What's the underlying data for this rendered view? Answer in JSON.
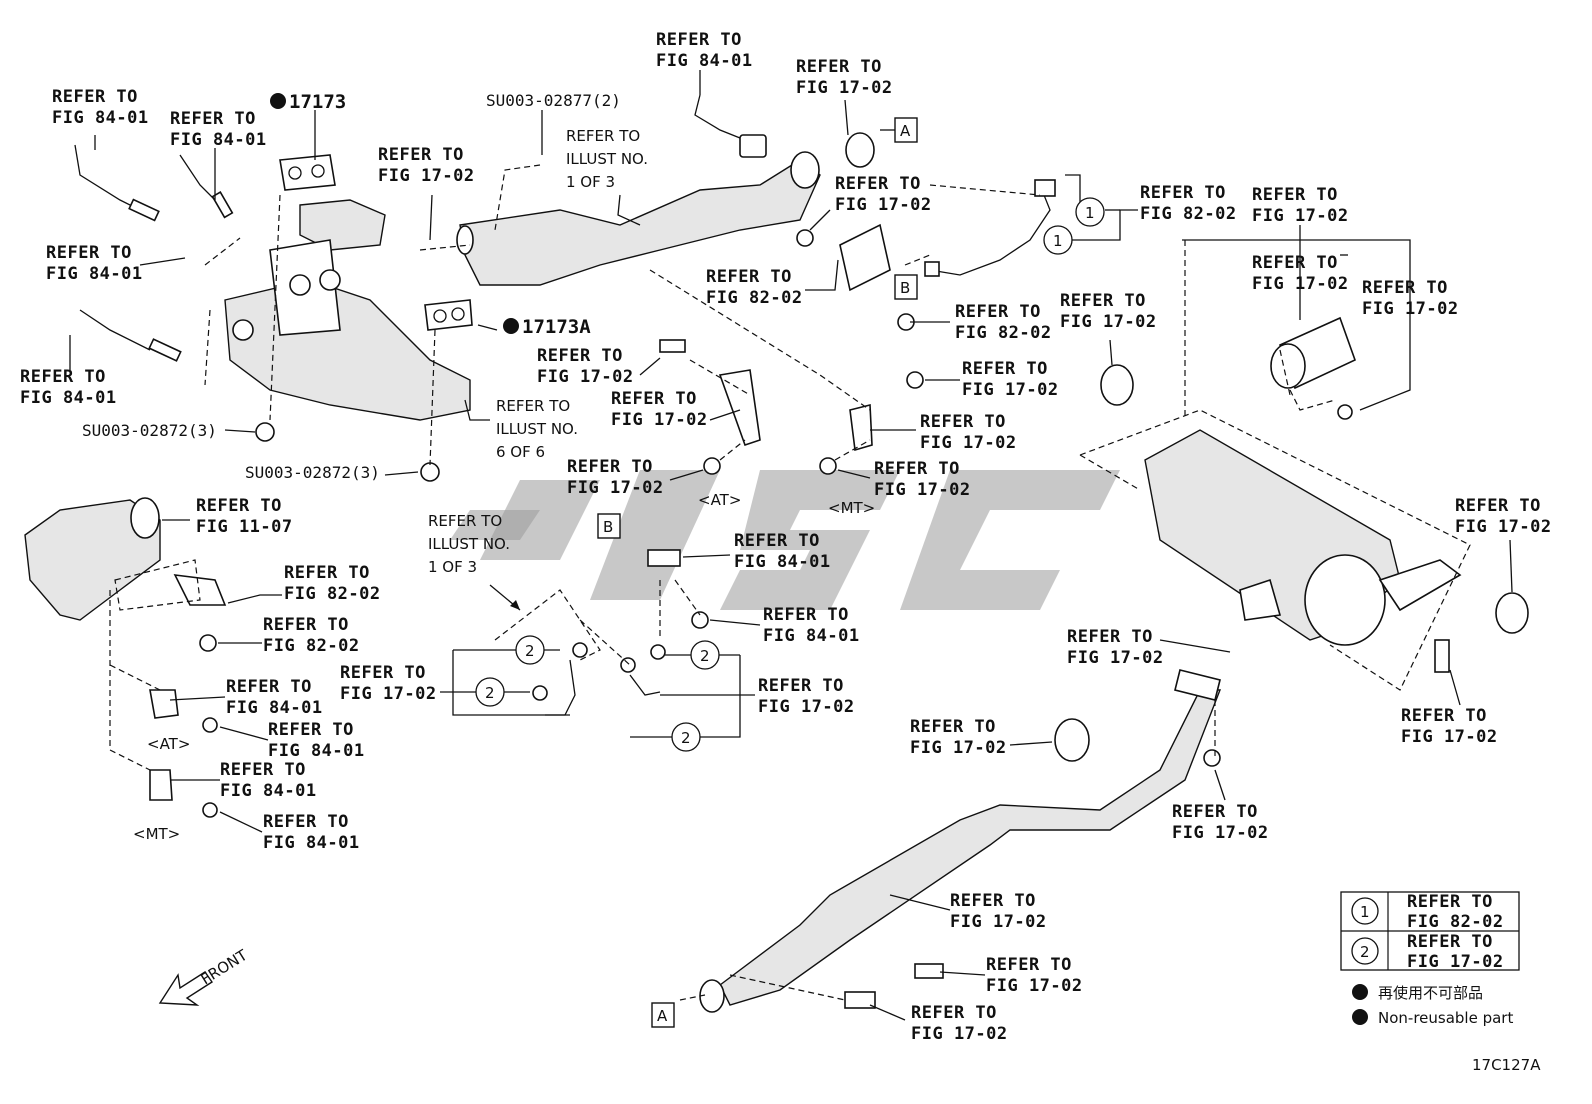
{
  "diagram": {
    "code": "17C127A",
    "front_label": "FRONT",
    "refs": {
      "fig_84_01": [
        "REFER TO",
        "FIG 84-01"
      ],
      "fig_17_02": [
        "REFER TO",
        "FIG 17-02"
      ],
      "fig_82_02": [
        "REFER TO",
        "FIG 82-02"
      ],
      "fig_11_07": [
        "REFER TO",
        "FIG 11-07"
      ]
    },
    "illust_refs": {
      "one_of_three": [
        "REFER TO",
        "ILLUST NO.",
        "1 OF 3"
      ],
      "six_of_six": [
        "REFER TO",
        "ILLUST NO.",
        "6 OF 6"
      ]
    },
    "part_numbers": {
      "gasket_a": "17173",
      "gasket_b": "17173A",
      "nut_1": "SU003-02872(3)",
      "nut_2": "SU003-02872(3)",
      "clip": "SU003-02877(2)"
    },
    "variants": {
      "at": "<AT>",
      "mt": "<MT>"
    },
    "boxes": {
      "a": "A",
      "b": "B"
    },
    "circles": {
      "one": "1",
      "two": "2"
    },
    "legend": {
      "rows": [
        {
          "num": "1",
          "line1": "REFER TO",
          "line2": "FIG 82-02"
        },
        {
          "num": "2",
          "line1": "REFER TO",
          "line2": "FIG 17-02"
        }
      ],
      "non_reusable_jp": "再使用不可部品",
      "non_reusable_en": "Non-reusable part"
    }
  }
}
